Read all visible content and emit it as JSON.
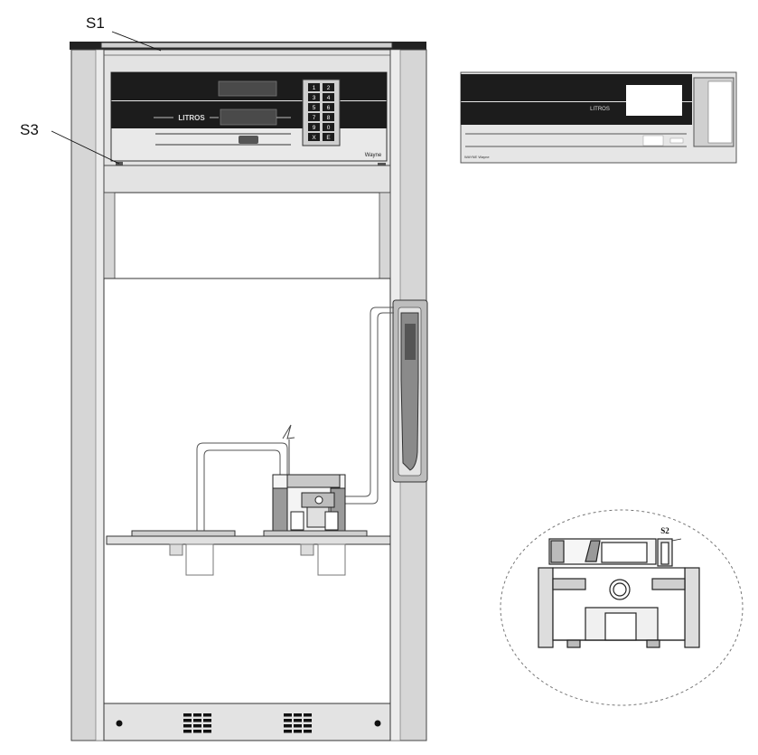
{
  "labels": {
    "s1": "S1",
    "s3": "S3",
    "s2": "S2"
  },
  "display_panel": {
    "litros_label": "LITROS",
    "brand": "Wayne",
    "keypad_keys": [
      "1",
      "2",
      "3",
      "4",
      "5",
      "6",
      "7",
      "8",
      "9",
      "0",
      "X",
      "E"
    ]
  },
  "side_panel": {
    "litros_label": "LITROS",
    "brand": "WAYNE Wayne"
  },
  "colors": {
    "frame": "#d9d9d9",
    "display_dark": "#1c1c1c",
    "line": "#222222"
  }
}
